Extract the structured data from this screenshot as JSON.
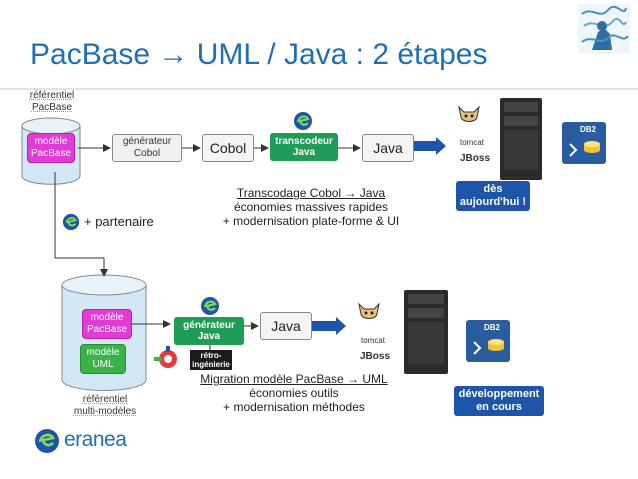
{
  "slide": {
    "title": "PacBase → UML / Java : 2 étapes",
    "colors": {
      "title": "#1f6fb2",
      "accent_green": "#1f9d56",
      "accent_blue": "#1e55a8",
      "magenta": "#e23bd6"
    }
  },
  "top_flow": {
    "repository_label": "référentiel\nPacBase",
    "model_label": "modèle\nPacBase",
    "generator_label": "générateur\nCobol",
    "cobol_label": "Cobol",
    "transcoder_label": "transcodeur\nJava",
    "java_label": "Java",
    "server": {
      "tomcat_label": "tomcat",
      "jboss_label": "JBoss",
      "db2_label": "DB2"
    },
    "status_badge": "dès\naujourd'hui !",
    "caption_title": "Transcodage Cobol → Java",
    "caption_line1": "économies massives rapides",
    "caption_line2": "+ modernisation plate-forme & UI"
  },
  "link": {
    "partner_label": "+ partenaire"
  },
  "bottom_flow": {
    "model_pacbase_label": "modèle\nPacBase",
    "model_uml_label": "modèle\nUML",
    "repository_label": "référentiel\nmulti-modèles",
    "generator_label": "générateur\nJava",
    "java_label": "Java",
    "reverse_label": "rétro-\ningénierie",
    "server": {
      "tomcat_label": "tomcat",
      "jboss_label": "JBoss",
      "db2_label": "DB2"
    },
    "status_badge": "développement\nen cours",
    "caption_title": "Migration modèle PacBase → UML",
    "caption_line1": "économies outils",
    "caption_line2": "+ modernisation méthodes"
  },
  "footer": {
    "logo_text": "eranea"
  },
  "icons": [
    "eclipse-icon",
    "tomcat-icon",
    "server-icon",
    "db2-icon",
    "plugin-icon",
    "corner-image"
  ]
}
